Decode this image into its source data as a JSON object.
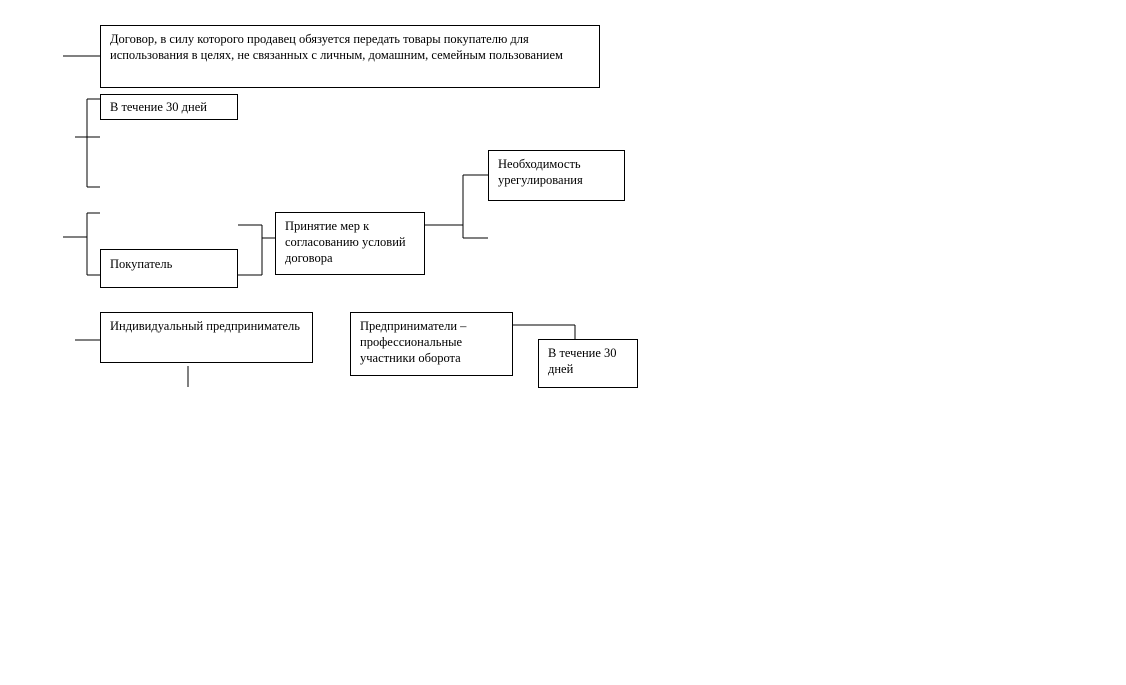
{
  "colors": {
    "line": "#000000",
    "box_border": "#000000",
    "background": "#ffffff"
  },
  "diagram": {
    "definition": "Договор, в силу которого продавец обязуется передать товары покупателю для использования в целях, не связанных с личным, домашним, семейным пользованием",
    "term_30_days": "В течение 30 дней",
    "buyer": "Покупатель",
    "measures": "Принятие мер к согласованию условий договора",
    "need_settlement": "Необходимость урегулирования",
    "individual_entrepreneur": "Индивидуальный предприниматель",
    "entrepreneurs_professional": "Предприниматели – профессиональные участники оборота",
    "term_30_days_second": "В течение 30 дней"
  }
}
